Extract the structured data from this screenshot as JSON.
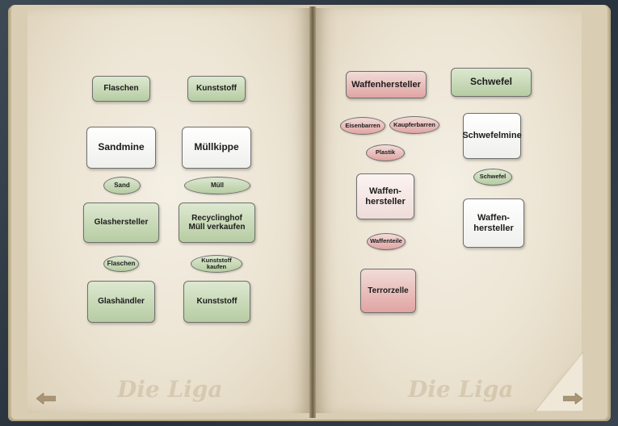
{
  "left_page": {
    "items": [
      {
        "label": "Flaschen"
      },
      {
        "label": "Kunststoff"
      },
      {
        "label": "Sandmine"
      },
      {
        "label": "Müllkippe"
      },
      {
        "label": "Sand"
      },
      {
        "label": "Müll"
      },
      {
        "label": "Glashersteller"
      },
      {
        "label": "Recyclinghof\nMüll verkaufen"
      },
      {
        "label": "Flaschen"
      },
      {
        "label": "Kunststoff\nkaufen"
      },
      {
        "label": "Glashändler"
      },
      {
        "label": "Kunststoff"
      }
    ],
    "watermark": "Die Liga"
  },
  "right_page": {
    "items": [
      {
        "label": "Waffenhersteller"
      },
      {
        "label": "Schwefel"
      },
      {
        "label": "Eisenbarren"
      },
      {
        "label": "Kaupferbarren"
      },
      {
        "label": "Plastik"
      },
      {
        "label": "Schwefelmine"
      },
      {
        "label": "Schwefel"
      },
      {
        "label": "Waffen-\nhersteller"
      },
      {
        "label": "Waffen-\nhersteller"
      },
      {
        "label": "Waffenteile"
      },
      {
        "label": "Terrorzelle"
      }
    ],
    "watermark": "Die Liga"
  },
  "navigation": {
    "prev_icon": "arrow-left-icon",
    "next_icon": "arrow-right-icon"
  },
  "colors": {
    "node_green": "#b6cca2",
    "node_red": "#e0a4a2",
    "node_white": "#ffffff",
    "page": "#f4efe4"
  }
}
